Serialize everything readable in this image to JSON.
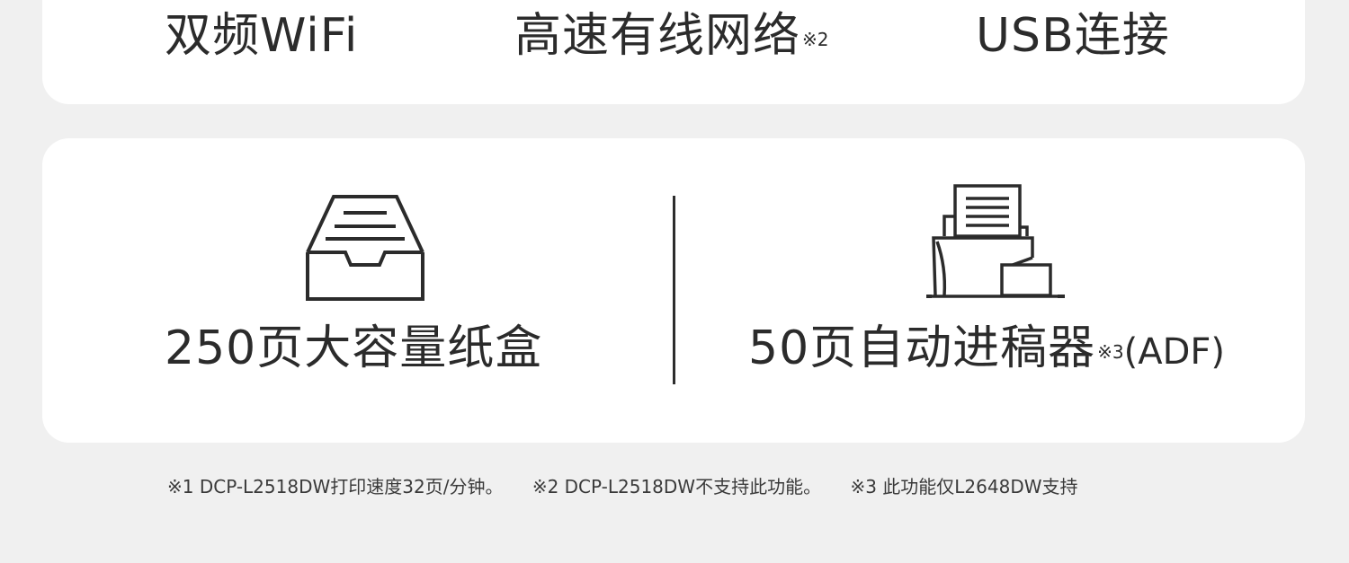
{
  "top_features": [
    {
      "label": "双频WiFi",
      "note": ""
    },
    {
      "label": "高速有线网络",
      "note": "※2"
    },
    {
      "label": "USB连接",
      "note": ""
    }
  ],
  "bottom_features": [
    {
      "icon": "paper-tray-icon",
      "label": "250页大容量纸盒",
      "note": "",
      "suffix": ""
    },
    {
      "icon": "document-feeder-icon",
      "label": "50页自动进稿器",
      "note": "※3",
      "suffix": "(ADF)"
    }
  ],
  "footnotes": [
    "※1 DCP-L2518DW打印速度32页/分钟。",
    "※2 DCP-L2518DW不支持此功能。",
    "※3 此功能仅L2648DW支持"
  ]
}
